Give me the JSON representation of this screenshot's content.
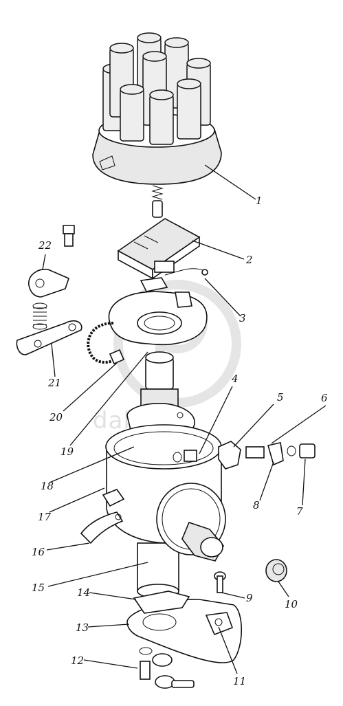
{
  "watermark": {
    "text": "dalparts",
    "color": "#cfcfcf"
  },
  "labels": [
    {
      "id": "1",
      "text": "1"
    },
    {
      "id": "2",
      "text": "2"
    },
    {
      "id": "3",
      "text": "3"
    },
    {
      "id": "4",
      "text": "4"
    },
    {
      "id": "5",
      "text": "5"
    },
    {
      "id": "6",
      "text": "6"
    },
    {
      "id": "7",
      "text": "7"
    },
    {
      "id": "8",
      "text": "8"
    },
    {
      "id": "9",
      "text": "9"
    },
    {
      "id": "10",
      "text": "10"
    },
    {
      "id": "11",
      "text": "11"
    },
    {
      "id": "12",
      "text": "12"
    },
    {
      "id": "13",
      "text": "13"
    },
    {
      "id": "14",
      "text": "14"
    },
    {
      "id": "15",
      "text": "15"
    },
    {
      "id": "16",
      "text": "16"
    },
    {
      "id": "17",
      "text": "17"
    },
    {
      "id": "18",
      "text": "18"
    },
    {
      "id": "19",
      "text": "19"
    },
    {
      "id": "20",
      "text": "20"
    },
    {
      "id": "21",
      "text": "21"
    },
    {
      "id": "22",
      "text": "22"
    }
  ]
}
